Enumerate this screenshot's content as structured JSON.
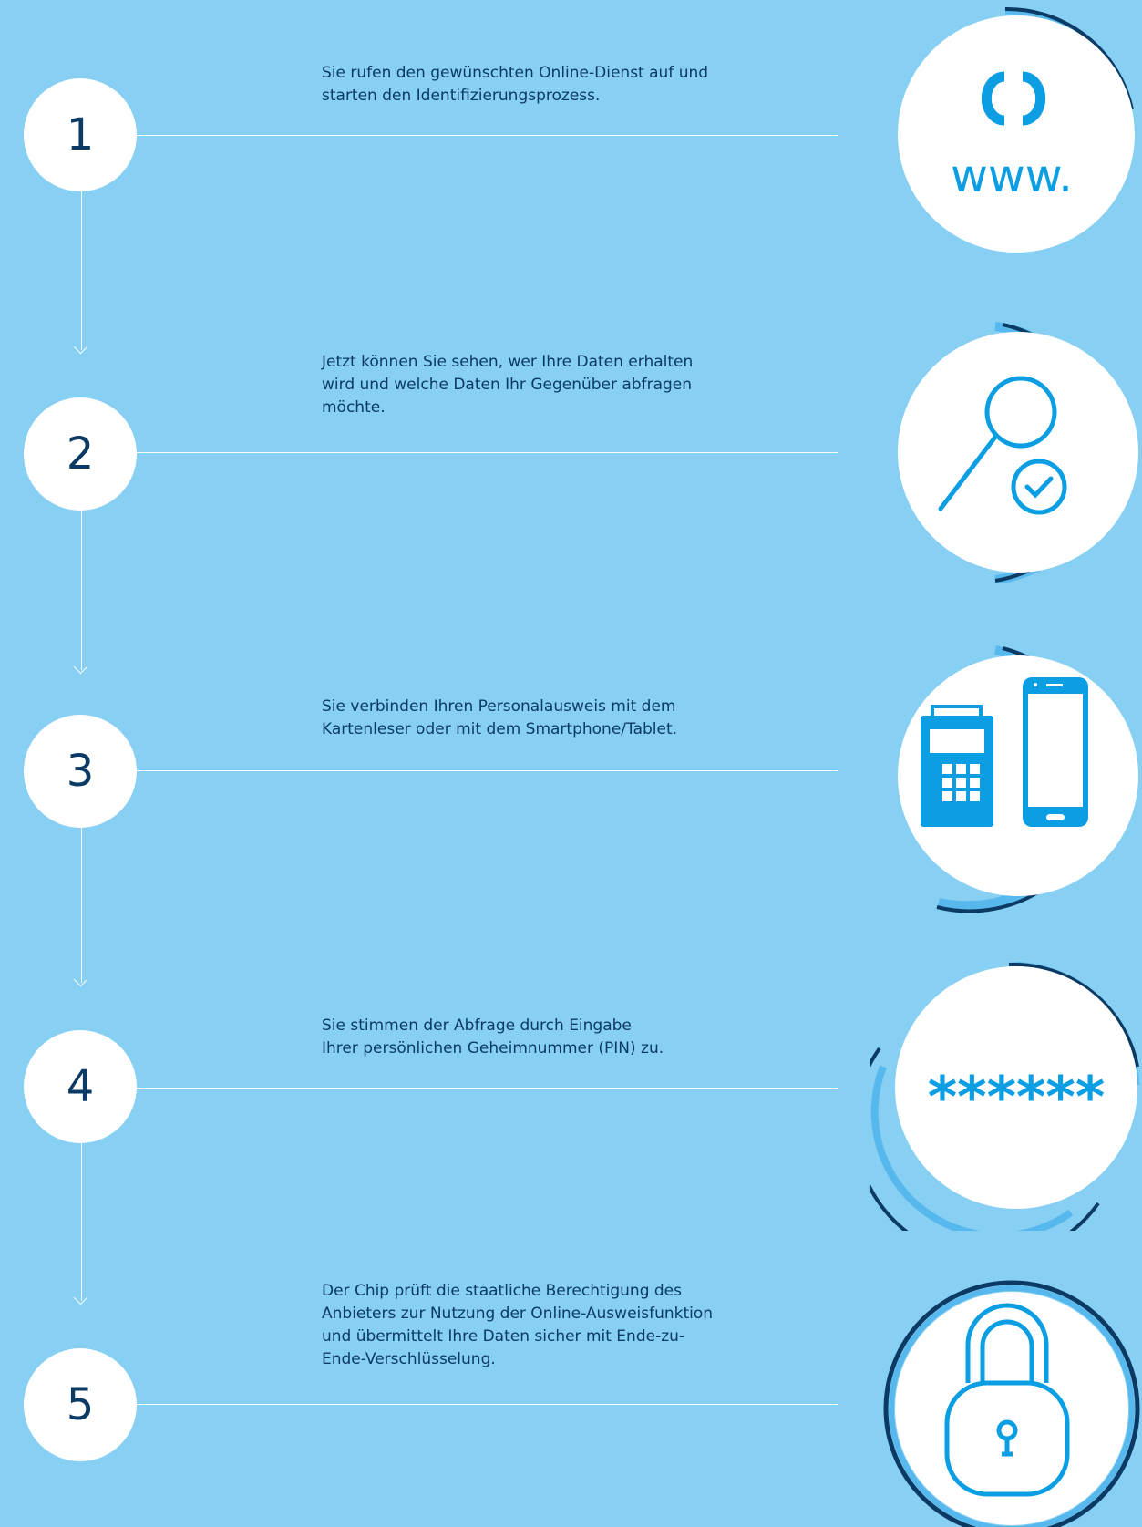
{
  "steps": [
    {
      "number": "1",
      "text_lines": [
        "Sie rufen den gewünschten Online-Dienst auf und",
        "starten den Identifizierungsprozess."
      ],
      "icon": "globe-www-icon",
      "icon_text": "www."
    },
    {
      "number": "2",
      "text_lines": [
        "Jetzt können Sie sehen, wer Ihre Daten erhalten",
        "wird und welche Daten Ihr Gegenüber abfragen",
        "möchte."
      ],
      "icon": "magnifier-check-icon"
    },
    {
      "number": "3",
      "text_lines": [
        "Sie verbinden Ihren Personalausweis mit dem",
        "Kartenleser oder mit dem Smartphone/Tablet."
      ],
      "icon": "cardreader-smartphone-icon"
    },
    {
      "number": "4",
      "text_lines": [
        "Sie stimmen der Abfrage durch Eingabe",
        "Ihrer persönlichen Geheimnummer (PIN) zu."
      ],
      "icon": "pin-asterisks-icon",
      "icon_text": "******"
    },
    {
      "number": "5",
      "text_lines": [
        "Der Chip prüft die staatliche Berechtigung des",
        "Anbieters zur Nutzung der Online-Ausweisfunktion",
        "und übermittelt Ihre Daten sicher mit Ende-zu-",
        "Ende-Verschlüsselung."
      ],
      "icon": "padlock-icon"
    }
  ],
  "colors": {
    "background": "#87cff3",
    "circle": "#ffffff",
    "number": "#0b3b65",
    "text": "#0b3b65",
    "icon": "#0b9ee3",
    "ring_dark": "#0b3b65",
    "ring_light": "#56b8ec"
  }
}
